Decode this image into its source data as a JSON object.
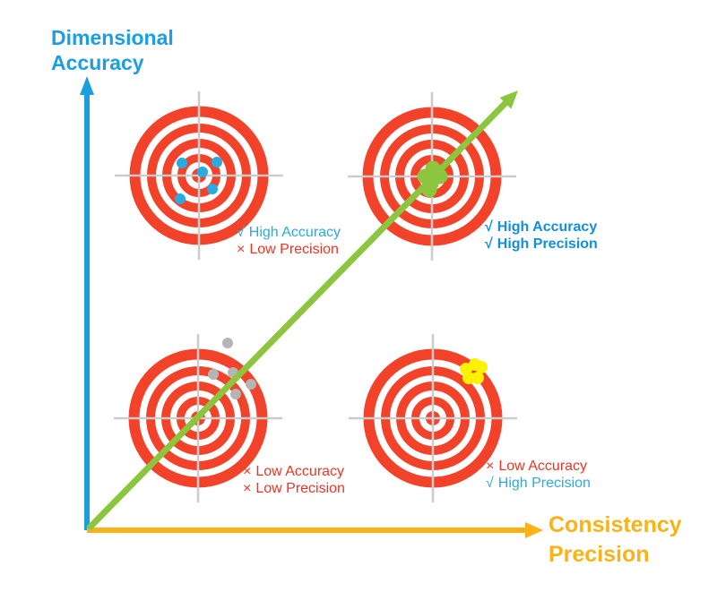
{
  "diagram": {
    "y_axis": {
      "label_line1": "Dimensional",
      "label_line2": "Accuracy",
      "color": "#1B9FE0"
    },
    "x_axis": {
      "label_line1": "Consistency",
      "label_line2": "Precision",
      "color": "#FBB216"
    },
    "trend_arrow": {
      "color": "#8CC63F"
    },
    "target_style": {
      "ring_color": "#F2422A",
      "crosshair_color": "#CCCCCC"
    }
  },
  "quadrants": [
    {
      "name": "high-accuracy-low-precision",
      "position": "top-left",
      "labels": [
        {
          "mark": "√",
          "text": "High Accuracy",
          "color": "#29ABE2"
        },
        {
          "mark": "×",
          "text": "Low Precision",
          "color": "#EE3424"
        }
      ],
      "dot_color": "#29ABE2",
      "dot_radius": 6,
      "shots": [
        [
          -19,
          -14
        ],
        [
          20,
          -15
        ],
        [
          4,
          -4
        ],
        [
          15,
          15
        ],
        [
          -21,
          26
        ]
      ]
    },
    {
      "name": "high-accuracy-high-precision",
      "position": "top-right",
      "labels": [
        {
          "mark": "√",
          "text": "High Accuracy",
          "color": "#0F8FDC"
        },
        {
          "mark": "√",
          "text": "High Precision",
          "color": "#0F8FDC"
        }
      ],
      "dot_color": "#8CC63F",
      "dot_radius": 8.5,
      "shots": [
        [
          1,
          -9
        ],
        [
          -8,
          0
        ],
        [
          9,
          0
        ],
        [
          -1,
          8
        ],
        [
          -3,
          15
        ]
      ]
    },
    {
      "name": "low-accuracy-low-precision",
      "position": "bottom-left",
      "labels": [
        {
          "mark": "×",
          "text": "Low Accuracy",
          "color": "#EE3424"
        },
        {
          "mark": "×",
          "text": "Low Precision",
          "color": "#EE3424"
        }
      ],
      "dot_color": "#B5B5B5",
      "dot_radius": 6,
      "shots": [
        [
          33,
          -84
        ],
        [
          17,
          -49
        ],
        [
          39,
          -51
        ],
        [
          59,
          -38
        ],
        [
          42,
          -27
        ]
      ]
    },
    {
      "name": "low-accuracy-high-precision",
      "position": "bottom-right",
      "labels": [
        {
          "mark": "×",
          "text": "Low Accuracy",
          "color": "#EE3424"
        },
        {
          "mark": "√",
          "text": "High Precision",
          "color": "#29ABE2"
        }
      ],
      "dot_color": "#FFF200",
      "dot_radius": 7,
      "shots": [
        [
          47,
          -60
        ],
        [
          37,
          -55
        ],
        [
          54,
          -57
        ],
        [
          40,
          -45
        ],
        [
          50,
          -45
        ]
      ]
    }
  ]
}
